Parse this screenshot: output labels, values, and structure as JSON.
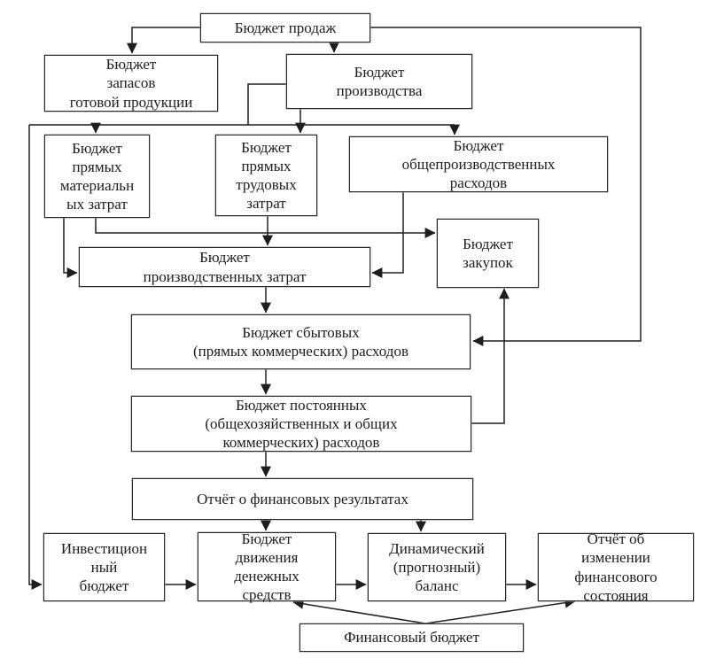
{
  "nodes": {
    "sales": {
      "label": "Бюджет продаж"
    },
    "inventory": {
      "label": "Бюджет\nзапасов\nготовой продукции"
    },
    "production": {
      "label": "Бюджет\nпроизводства"
    },
    "materials": {
      "label": "Бюджет\nпрямых\nматериальн\nых затрат"
    },
    "labor": {
      "label": "Бюджет\nпрямых\nтрудовых\nзатрат"
    },
    "overhead": {
      "label": "Бюджет\nобщепроизводственных\nрасходов"
    },
    "purchases": {
      "label": "Бюджет\nзакупок"
    },
    "production_costs": {
      "label": "Бюджет\nпроизводственных затрат"
    },
    "selling_costs": {
      "label": "Бюджет сбытовых\n(прямых коммерческих) расходов"
    },
    "fixed_costs": {
      "label": "Бюджет постоянных\n(общехозяйственных и общих\nкоммерческих) расходов"
    },
    "income_statement": {
      "label": "Отчёт о финансовых результатах"
    },
    "investment": {
      "label": "Инвестицион\nный\nбюджет"
    },
    "cash_flow": {
      "label": "Бюджет\nдвижения\nденежных\nсредств"
    },
    "forecast_balance": {
      "label": "Динамический\n(прогнозный)\nбаланс"
    },
    "financial_state": {
      "label": "Отчёт об\nизменении\nфинансового\nсостояния"
    },
    "financial_budget": {
      "label": "Финансовый бюджет"
    }
  },
  "edges": [
    {
      "from": "sales",
      "to": "inventory"
    },
    {
      "from": "sales",
      "to": "production"
    },
    {
      "from": "sales",
      "to": "selling_costs"
    },
    {
      "from": "production",
      "to": "materials"
    },
    {
      "from": "production",
      "to": "labor"
    },
    {
      "from": "production",
      "to": "overhead"
    },
    {
      "from": "production",
      "to": "investment"
    },
    {
      "from": "materials",
      "to": "production_costs"
    },
    {
      "from": "materials",
      "to": "purchases"
    },
    {
      "from": "labor",
      "to": "production_costs"
    },
    {
      "from": "overhead",
      "to": "production_costs"
    },
    {
      "from": "production_costs",
      "to": "selling_costs"
    },
    {
      "from": "selling_costs",
      "to": "fixed_costs"
    },
    {
      "from": "fixed_costs",
      "to": "income_statement"
    },
    {
      "from": "fixed_costs",
      "to": "purchases"
    },
    {
      "from": "income_statement",
      "to": "cash_flow"
    },
    {
      "from": "income_statement",
      "to": "forecast_balance"
    },
    {
      "from": "investment",
      "to": "cash_flow"
    },
    {
      "from": "cash_flow",
      "to": "forecast_balance"
    },
    {
      "from": "forecast_balance",
      "to": "financial_state"
    },
    {
      "from": "financial_budget",
      "to": "cash_flow"
    },
    {
      "from": "financial_budget",
      "to": "financial_state"
    }
  ],
  "colors": {
    "line": "#1e1e1e",
    "border": "#2a2a2a",
    "text": "#1c1c26",
    "background": "#ffffff"
  }
}
